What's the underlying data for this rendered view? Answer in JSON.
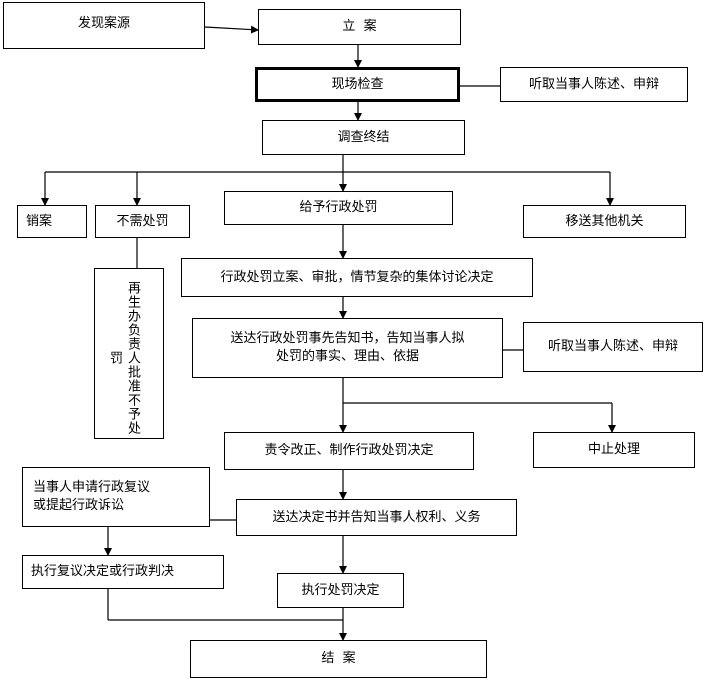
{
  "nodes": {
    "discover": "发现案源",
    "file_case": "立  案",
    "inspect": "现场检查",
    "hear1": "听取当事人陈述、申辩",
    "survey_end": "调查终结",
    "cancel": "销案",
    "no_penalty": "不需处罚",
    "no_penalty_note": "再生办负责人批准不予处罚",
    "give_penalty": "给予行政处罚",
    "transfer": "移送其他机关",
    "approve": "行政处罚立案、审批，情节复杂的集体讨论决定",
    "notify_line1": "送达行政处罚事先告知书，告知当事人拟",
    "notify_line2": "处罚的事实、理由、依据",
    "hear2": "听取当事人陈述、申辩",
    "order": "责令改正、制作行政处罚决定",
    "suspend": "中止处理",
    "review_line1": "当事人申请行政复议",
    "review_line2": "或提起行政诉讼",
    "deliver": "送达决定书并告知当事人权利、义务",
    "exec_review": "执行复议决定或行政判决",
    "exec_penalty": "执行处罚决定",
    "close_case": "结  案"
  }
}
